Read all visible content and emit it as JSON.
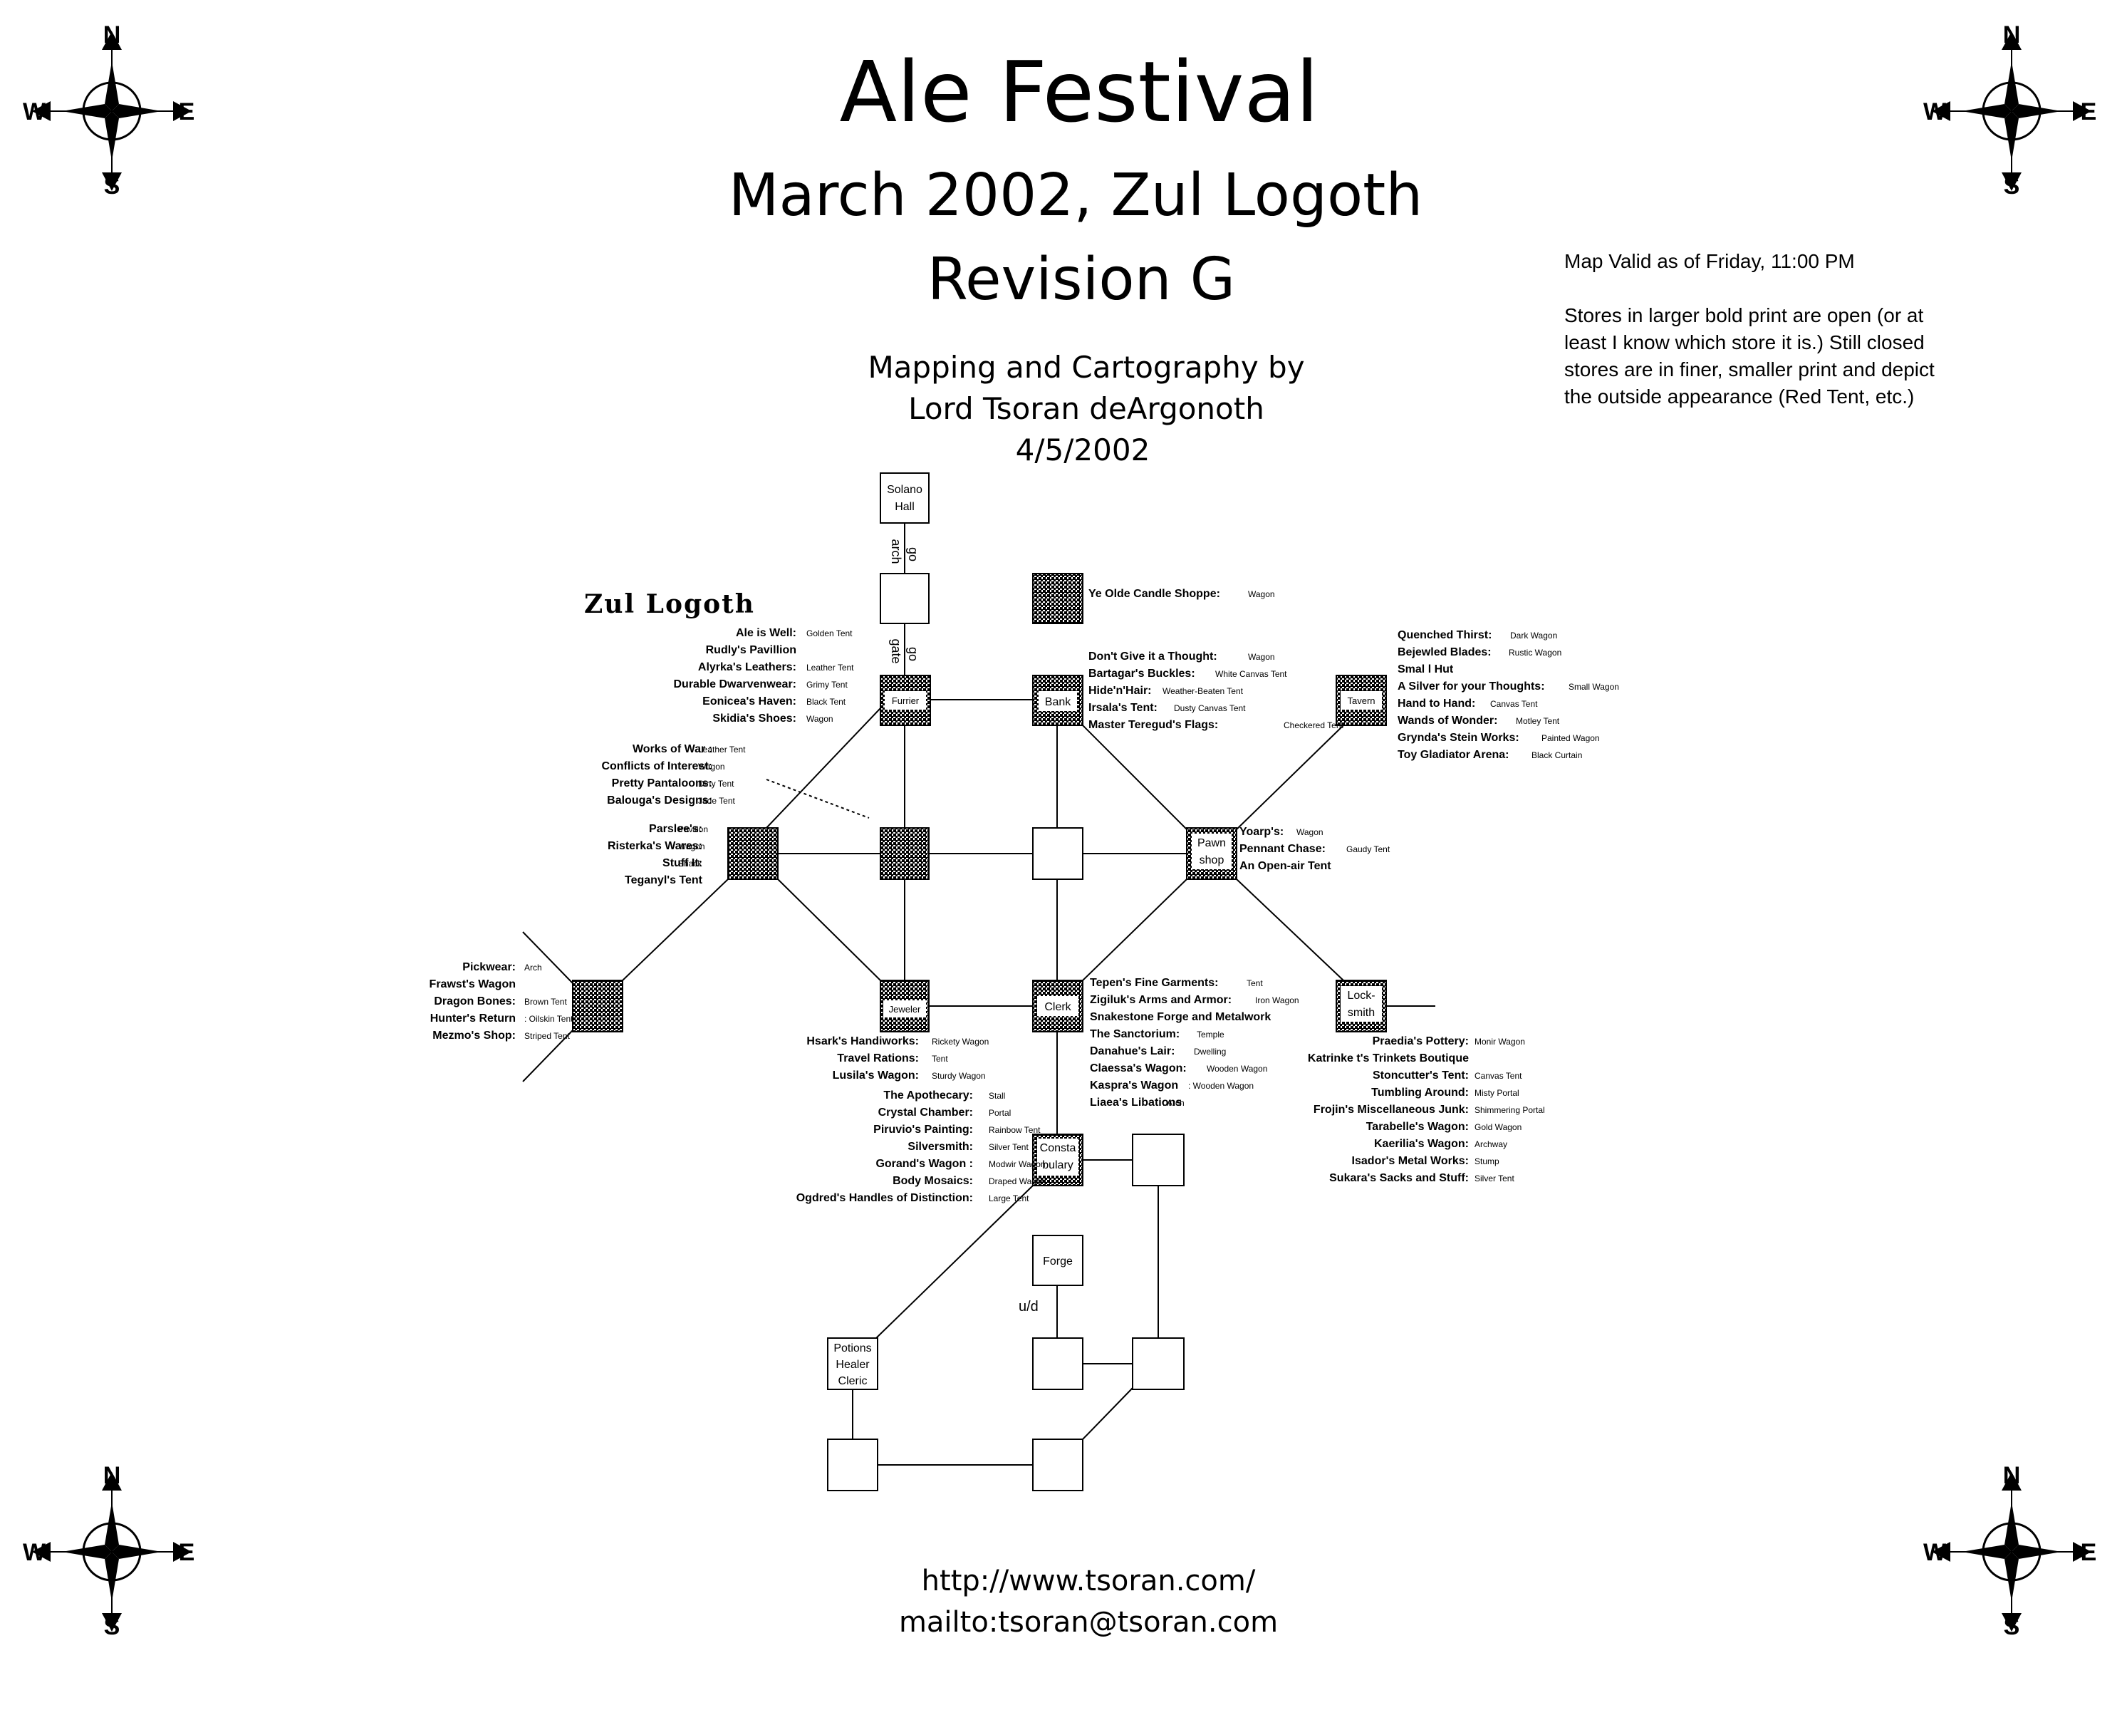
{
  "header": {
    "title": "Ale Festival",
    "subtitle_1": "March 2002, Zul Logoth",
    "subtitle_2": "Revision G",
    "credit_1": "Mapping and Cartography by",
    "credit_2": "Lord Tsoran deArgonoth",
    "credit_3": "4/5/2002"
  },
  "notes": {
    "valid": "Map Valid as of Friday, 11:00  PM",
    "legend": [
      "Stores in larger bold print are open (or at",
      "least I know which store it is.)  Still closed",
      "stores are in finer, smaller print and depict",
      "the outside appearance (Red Tent, etc.)"
    ]
  },
  "footer": {
    "url": "http://www.tsoran.com/",
    "mail": "mailto:tsoran@tsoran.com"
  },
  "compass": {
    "n": "N",
    "s": "S",
    "e": "E",
    "w": "W"
  },
  "area_label": "Zul Logoth",
  "rooms": {
    "solano": [
      "Solano",
      "Hall"
    ],
    "furrier": "Furrier",
    "bank": "Bank",
    "tavern": "Tavern",
    "pawn": [
      "Pawn",
      "shop"
    ],
    "jeweler": "Jeweler",
    "clerk": "Clerk",
    "locksmith": [
      "Lock-",
      "smith"
    ],
    "constabulary": [
      "Consta",
      "bulary"
    ],
    "forge": "Forge",
    "potions": [
      "Potions",
      "Healer",
      "Cleric"
    ]
  },
  "exits": {
    "arch": [
      "go",
      "arch"
    ],
    "gate": [
      "go",
      "gate"
    ],
    "ud": "u/d"
  },
  "candle": {
    "name": "Ye Olde Candle Shoppe:",
    "desc": "Wagon"
  },
  "groups": {
    "furrier": [
      [
        "Ale is Well:",
        "Golden Tent"
      ],
      [
        "Rudly's Pavillion",
        ""
      ],
      [
        "Alyrka's Leathers:",
        "Leather Tent"
      ],
      [
        "Durable Dwarvenwear:",
        "Grimy Tent"
      ],
      [
        "Eonicea's Haven:",
        "Black Tent"
      ],
      [
        "Skidia's Shoes:",
        "Wagon"
      ]
    ],
    "war": [
      [
        "Works of War  :",
        "Leather Tent"
      ],
      [
        "Conflicts of Interest:",
        "Wagon"
      ],
      [
        "Pretty Pantaloons:",
        "Dirty Tent"
      ],
      [
        "Balouga's Designs:",
        "Jade Tent"
      ]
    ],
    "parslee": [
      [
        "Parslee's:",
        "Pavilion"
      ],
      [
        "Risterka's Wares:",
        "Wagon"
      ],
      [
        "Stuff It:",
        "Shack"
      ],
      [
        "Teganyl's Tent",
        ""
      ]
    ],
    "pickwear": [
      [
        "Pickwear:",
        "Arch"
      ],
      [
        "Frawst's Wagon",
        ""
      ],
      [
        "Dragon Bones:",
        "Brown Tent"
      ],
      [
        "Hunter's Return",
        ": Oilskin Tent"
      ],
      [
        "Mezmo's Shop:",
        "Striped Tent"
      ]
    ],
    "bank": [
      [
        "Don't Give it a Thought:",
        "Wagon"
      ],
      [
        "Bartagar's Buckles:",
        "White Canvas Tent"
      ],
      [
        "Hide'n'Hair:",
        "Weather-Beaten Tent"
      ],
      [
        "Irsala's Tent:",
        "Dusty Canvas Tent"
      ],
      [
        "Master Teregud's Flags:",
        "Checkered Tent"
      ]
    ],
    "tavern": [
      [
        "Quenched Thirst:",
        "Dark Wagon"
      ],
      [
        "Bejewled Blades:",
        "Rustic Wagon"
      ],
      [
        "Smal l Hut",
        ""
      ],
      [
        "A Silver for your Thoughts:",
        "Small Wagon"
      ],
      [
        "Hand to Hand:",
        "Canvas Tent"
      ],
      [
        "Wands of Wonder:",
        "Motley Tent"
      ],
      [
        "Grynda's Stein Works:",
        "Painted Wagon"
      ],
      [
        "Toy Gladiator Arena:",
        "Black Curtain"
      ]
    ],
    "pawn": [
      [
        "Yoarp's:",
        "Wagon"
      ],
      [
        "Pennant Chase:",
        "Gaudy Tent"
      ],
      [
        "An Open-air Tent",
        ""
      ]
    ],
    "clerk": [
      [
        "Tepen's Fine Garments:",
        "Tent"
      ],
      [
        "Zigiluk's Arms and Armor:",
        "Iron Wagon"
      ],
      [
        "Snakestone Forge and Metalwork",
        ""
      ],
      [
        "The Sanctorium:",
        "Temple"
      ],
      [
        "Danahue's Lair:",
        "Dwelling"
      ],
      [
        "Claessa's Wagon:",
        "Wooden Wagon"
      ],
      [
        "Kaspra's Wagon",
        ": Wooden Wagon"
      ],
      [
        "Liaea's Libations",
        ": Arch"
      ]
    ],
    "jeweler": [
      [
        "Hsark's Handiworks:",
        "Rickety Wagon"
      ],
      [
        "Travel Rations:",
        "Tent"
      ],
      [
        "Lusila's Wagon:",
        "Sturdy Wagon"
      ]
    ],
    "apothecary": [
      [
        "The Apothecary:",
        "Stall"
      ],
      [
        "Crystal Chamber:",
        "Portal"
      ],
      [
        "Piruvio's Painting:",
        "Rainbow Tent"
      ],
      [
        "Silversmith:",
        "Silver Tent"
      ],
      [
        "Gorand's Wagon   :",
        "Modwir Wagon"
      ],
      [
        "Body Mosaics:",
        "Draped Wagon"
      ],
      [
        "Ogdred's Handles of Distinction:",
        "Large Tent"
      ]
    ],
    "locksmith": [
      [
        "Praedia's Pottery:",
        "Monir Wagon"
      ],
      [
        "Katrinke  t's Trinkets Boutique",
        ""
      ],
      [
        "Stoncutter's Tent:",
        "Canvas Tent"
      ],
      [
        "Tumbling Around:",
        "Misty Portal"
      ],
      [
        "Frojin's Miscellaneous Junk:",
        "Shimmering Portal"
      ],
      [
        "Tarabelle's Wagon:",
        "Gold Wagon"
      ],
      [
        "Kaerilia's Wagon:",
        "Archway"
      ],
      [
        "Isador's Metal Works:",
        "Stump"
      ],
      [
        "Sukara's Sacks and Stuff:",
        "Silver Tent"
      ]
    ]
  }
}
